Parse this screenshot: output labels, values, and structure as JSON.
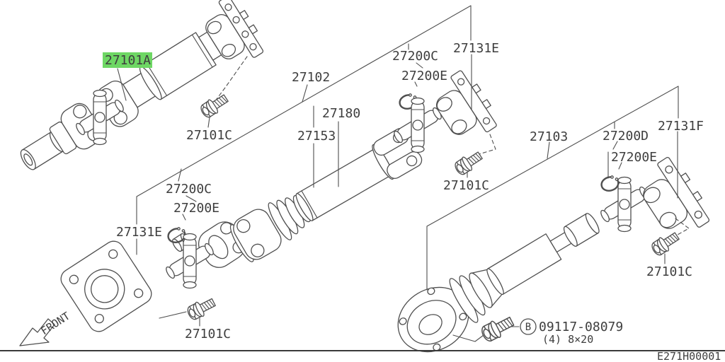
{
  "diagram": {
    "code": "E271H00001",
    "front_label": "FRONT",
    "highlighted_part": "27101A"
  },
  "colors": {
    "highlight": "#6ed764",
    "line": "#4f4f4f",
    "text": "#3e3e3e"
  },
  "labels": {
    "p27101A": "27101A",
    "p27101C": "27101C",
    "p27102": "27102",
    "p27180": "27180",
    "p27153": "27153",
    "p27200C": "27200C",
    "p27200E": "27200E",
    "p27131E": "27131E",
    "p27103": "27103",
    "p27200D": "27200D",
    "p27131F": "27131F"
  },
  "callout_b": {
    "symbol": "B",
    "part_number": "09117-08079",
    "quantity_size": "(4) 8×20"
  }
}
